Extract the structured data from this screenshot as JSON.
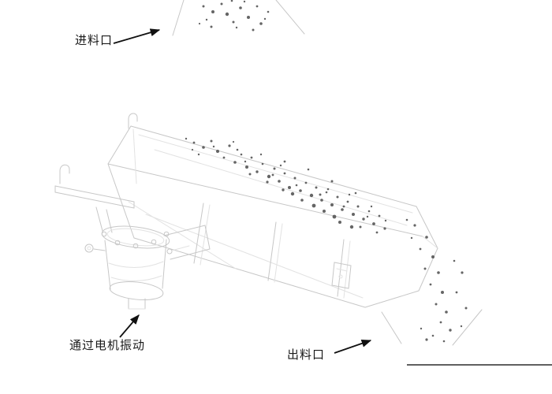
{
  "labels": {
    "feed_inlet": "进料口",
    "motor_vibration": "通过电机振动",
    "discharge_outlet": "出料口"
  },
  "colors": {
    "sketch_stroke": "#c7c7c7",
    "sketch_stroke_light": "#e2e2e2",
    "particle": "#4a4a4a",
    "label_text": "#1a1a1a",
    "arrow": "#111111",
    "ground_line": "#2b2b2b"
  },
  "particles": {
    "inlet": [
      [
        258,
        8,
        1.5
      ],
      [
        270,
        15,
        2
      ],
      [
        262,
        25,
        1.2
      ],
      [
        281,
        5,
        1.5
      ],
      [
        288,
        18,
        2.2
      ],
      [
        296,
        28,
        1.5
      ],
      [
        305,
        10,
        1.8
      ],
      [
        300,
        35,
        1.2
      ],
      [
        315,
        22,
        2
      ],
      [
        326,
        8,
        1.4
      ],
      [
        331,
        30,
        1.8
      ],
      [
        340,
        15,
        1.3
      ],
      [
        268,
        34,
        1.5
      ],
      [
        310,
        2,
        1.2
      ],
      [
        321,
        38,
        1.5
      ],
      [
        253,
        30,
        1.1
      ],
      [
        294,
        1,
        1.3
      ],
      [
        336,
        24,
        1.2
      ]
    ],
    "trough": [
      [
        246,
        181,
        1.4
      ],
      [
        258,
        187,
        1.8
      ],
      [
        252,
        196,
        1.2
      ],
      [
        268,
        179,
        1.5
      ],
      [
        276,
        192,
        2
      ],
      [
        284,
        200,
        1.4
      ],
      [
        291,
        185,
        1.6
      ],
      [
        298,
        206,
        1.8
      ],
      [
        306,
        196,
        1.3
      ],
      [
        313,
        212,
        2
      ],
      [
        319,
        200,
        1.4
      ],
      [
        326,
        218,
        1.7
      ],
      [
        333,
        208,
        1.3
      ],
      [
        341,
        224,
        2.2
      ],
      [
        348,
        214,
        1.5
      ],
      [
        354,
        230,
        1.8
      ],
      [
        361,
        220,
        1.4
      ],
      [
        367,
        238,
        2
      ],
      [
        374,
        226,
        1.5
      ],
      [
        381,
        242,
        1.8
      ],
      [
        388,
        232,
        1.4
      ],
      [
        395,
        248,
        2.2
      ],
      [
        401,
        238,
        1.5
      ],
      [
        408,
        254,
        1.8
      ],
      [
        414,
        244,
        1.3
      ],
      [
        421,
        260,
        2
      ],
      [
        428,
        250,
        1.5
      ],
      [
        434,
        266,
        1.8
      ],
      [
        441,
        256,
        1.4
      ],
      [
        448,
        272,
        2
      ],
      [
        454,
        262,
        1.5
      ],
      [
        461,
        278,
        1.7
      ],
      [
        468,
        268,
        1.3
      ],
      [
        474,
        284,
        1.9
      ],
      [
        481,
        274,
        1.4
      ],
      [
        488,
        290,
        1.6
      ],
      [
        271,
        186,
        1.2
      ],
      [
        301,
        190,
        1.3
      ],
      [
        331,
        196,
        1.2
      ],
      [
        361,
        205,
        1.4
      ],
      [
        391,
        215,
        1.3
      ],
      [
        421,
        230,
        1.5
      ],
      [
        451,
        245,
        1.3
      ],
      [
        311,
        205,
        1.2
      ],
      [
        346,
        222,
        1.4
      ],
      [
        376,
        235,
        1.3
      ],
      [
        406,
        247,
        1.5
      ],
      [
        436,
        262,
        1.4
      ],
      [
        466,
        275,
        1.2
      ],
      [
        296,
        180,
        1.1
      ],
      [
        356,
        210,
        1.2
      ],
      [
        416,
        240,
        1.3
      ],
      [
        471,
        262,
        1.2
      ],
      [
        398,
        261,
        2.4
      ],
      [
        411,
        268,
        2
      ],
      [
        424,
        275,
        2.4
      ],
      [
        371,
        246,
        2.2
      ],
      [
        431,
        282,
        2
      ],
      [
        446,
        288,
        2.2
      ],
      [
        383,
        254,
        1.8
      ],
      [
        359,
        241,
        1.7
      ],
      [
        339,
        231,
        1.6
      ],
      [
        317,
        221,
        1.5
      ],
      [
        443,
        247,
        1.2
      ],
      [
        457,
        288,
        1.5
      ],
      [
        478,
        295,
        1.4
      ],
      [
        489,
        280,
        1.2
      ],
      [
        236,
        176,
        1.2
      ],
      [
        244,
        190,
        1.1
      ]
    ],
    "falling": [
      [
        526,
        286,
        1.6
      ],
      [
        541,
        301,
        1.8
      ],
      [
        533,
        316,
        1.4
      ],
      [
        549,
        326,
        2
      ],
      [
        539,
        341,
        1.5
      ],
      [
        556,
        346,
        1.8
      ],
      [
        546,
        361,
        1.4
      ],
      [
        561,
        371,
        2
      ],
      [
        553,
        386,
        1.5
      ],
      [
        566,
        396,
        1.8
      ],
      [
        559,
        409,
        1.4
      ],
      [
        571,
        419,
        1.7
      ],
      [
        549,
        426,
        1.3
      ],
      [
        579,
        371,
        1.4
      ],
      [
        586,
        346,
        1.6
      ],
      [
        576,
        331,
        1.3
      ],
      [
        591,
        391,
        1.5
      ],
      [
        541,
        431,
        1.6
      ],
      [
        534,
        417,
        1.2
      ],
      [
        563,
        433,
        1.3
      ],
      [
        585,
        414,
        1.2
      ],
      [
        522,
        302,
        1.2
      ],
      [
        516,
        279,
        1.3
      ]
    ]
  }
}
